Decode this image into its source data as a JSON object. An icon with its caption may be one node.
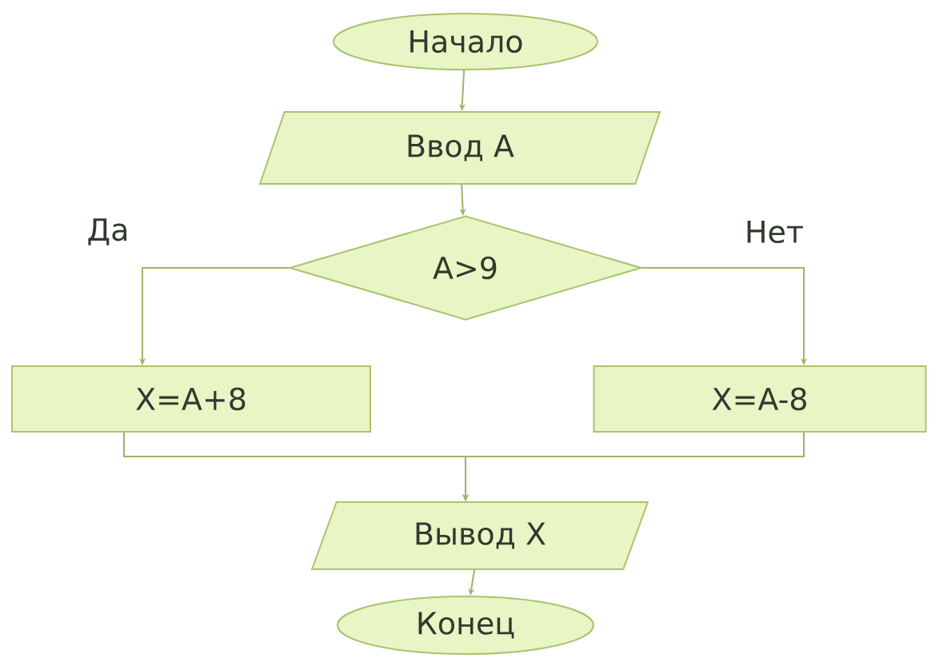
{
  "diagram": {
    "nodes": [
      {
        "text": [
          "Начало"
        ]
      },
      {
        "text": [
          "Ввод A"
        ]
      },
      {
        "text": [
          "A>9"
        ]
      },
      {
        "text": [
          "X=A+8"
        ]
      },
      {
        "text": [
          "X=A-8"
        ]
      },
      {
        "text": [
          "Вывод X"
        ]
      },
      {
        "text": [
          "Конец"
        ]
      }
    ],
    "edges": [
      {
        "from": 0,
        "to": 1,
        "arrow": "to"
      },
      {
        "from": 1,
        "to": 2,
        "arrow": "to"
      },
      {
        "from": 2,
        "to": 3,
        "arrow": "to",
        "label": "Да"
      },
      {
        "from": 2,
        "to": 4,
        "arrow": "to",
        "label": "Нет"
      },
      {
        "from": 3,
        "to": 5,
        "arrow": "to"
      },
      {
        "from": 4,
        "to": 5,
        "arrow": "to"
      },
      {
        "from": 5,
        "to": 6,
        "arrow": "to"
      }
    ]
  }
}
